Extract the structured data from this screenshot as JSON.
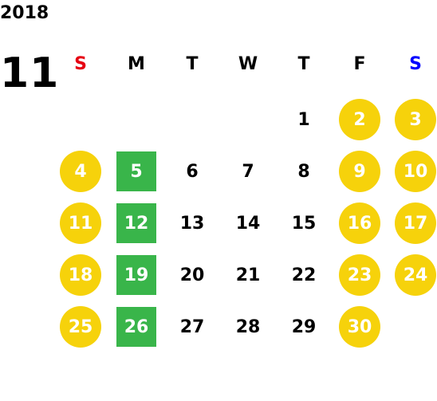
{
  "calendar": {
    "year": "2018",
    "month": "11",
    "colors": {
      "weekend_circle": "#f6d20b",
      "highlight_green": "#39b54a",
      "sunday_label": "#e60012",
      "saturday_label": "#0000ff",
      "text": "#000000"
    },
    "weekdays": [
      {
        "label": "S",
        "color": "#e60012"
      },
      {
        "label": "M",
        "color": "#000000"
      },
      {
        "label": "T",
        "color": "#000000"
      },
      {
        "label": "W",
        "color": "#000000"
      },
      {
        "label": "T",
        "color": "#000000"
      },
      {
        "label": "F",
        "color": "#000000"
      },
      {
        "label": "S",
        "color": "#0000ff"
      }
    ],
    "weeks": [
      [
        null,
        null,
        null,
        null,
        {
          "day": "1",
          "style": "plain"
        },
        {
          "day": "2",
          "style": "circle"
        },
        {
          "day": "3",
          "style": "circle"
        }
      ],
      [
        {
          "day": "4",
          "style": "circle"
        },
        {
          "day": "5",
          "style": "green"
        },
        {
          "day": "6",
          "style": "plain"
        },
        {
          "day": "7",
          "style": "plain"
        },
        {
          "day": "8",
          "style": "plain"
        },
        {
          "day": "9",
          "style": "circle"
        },
        {
          "day": "10",
          "style": "circle"
        }
      ],
      [
        {
          "day": "11",
          "style": "circle"
        },
        {
          "day": "12",
          "style": "green"
        },
        {
          "day": "13",
          "style": "plain"
        },
        {
          "day": "14",
          "style": "plain"
        },
        {
          "day": "15",
          "style": "plain"
        },
        {
          "day": "16",
          "style": "circle"
        },
        {
          "day": "17",
          "style": "circle"
        }
      ],
      [
        {
          "day": "18",
          "style": "circle"
        },
        {
          "day": "19",
          "style": "green"
        },
        {
          "day": "20",
          "style": "plain"
        },
        {
          "day": "21",
          "style": "plain"
        },
        {
          "day": "22",
          "style": "plain"
        },
        {
          "day": "23",
          "style": "circle"
        },
        {
          "day": "24",
          "style": "circle"
        }
      ],
      [
        {
          "day": "25",
          "style": "circle"
        },
        {
          "day": "26",
          "style": "green"
        },
        {
          "day": "27",
          "style": "plain"
        },
        {
          "day": "28",
          "style": "plain"
        },
        {
          "day": "29",
          "style": "plain"
        },
        {
          "day": "30",
          "style": "circle"
        },
        null
      ]
    ]
  }
}
